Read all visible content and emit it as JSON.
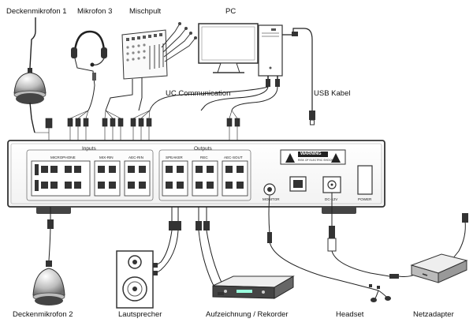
{
  "labels": {
    "ceiling_mic_1": "Deckenmikrofon 1",
    "mic_3": "Mikrofon 3",
    "mixer": "Mischpult",
    "pc": "PC",
    "uc_communication": "UC Communication",
    "usb_cable": "USB Kabel",
    "ceiling_mic_2": "Deckenmikrofon 2",
    "speaker": "Lautsprecher",
    "recorder": "Aufzeichnung / Rekorder",
    "headset": "Headset",
    "power_adapter": "Netzadapter"
  },
  "device": {
    "inputs_title": "Inputs",
    "outputs_title": "Outputs",
    "input_ports": [
      "MICROPHONE",
      "MIX-RIN",
      "AEC-RIN"
    ],
    "output_ports": [
      "SPEAKER",
      "REC",
      "AEC-SOUT"
    ],
    "monitor": "MONITOR",
    "dc": "DC-12V",
    "power": "POWER",
    "warning_title": "WARNING",
    "warning_text": "RISK OF ELECTRIC SHOCK"
  }
}
